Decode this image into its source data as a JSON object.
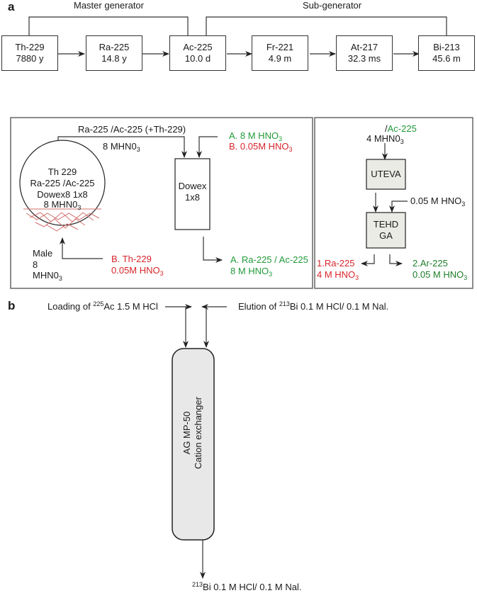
{
  "panel_a": {
    "label": "a",
    "master_generator_label": "Master generator",
    "sub_generator_label": "Sub-generator",
    "decay_chain": [
      {
        "nuclide": "Th-229",
        "half_life": "7880 y"
      },
      {
        "nuclide": "Ra-225",
        "half_life": "14.8 y"
      },
      {
        "nuclide": "Ac-225",
        "half_life": "10.0 d"
      },
      {
        "nuclide": "Fr-221",
        "half_life": "4.9 m"
      },
      {
        "nuclide": "At-217",
        "half_life": "32.3 ms"
      },
      {
        "nuclide": "Bi-213",
        "half_life": "45.6 m"
      }
    ],
    "left_process": {
      "top_label": "Ra-225 /Ac-225 (+Th-229)",
      "top_eluent_main": "8 MHN0",
      "top_eluent_sub": "3",
      "circle_lines": [
        "Th 229",
        "Ra-225 /Ac-225",
        "Dowex8 1x8"
      ],
      "circle_last_main": "8 MHN0",
      "circle_last_sub": "3",
      "eluent_a_main": "A. 8 M HNO",
      "eluent_a_sub": "3",
      "eluent_b_main": "B. 0.05M HNO",
      "eluent_b_sub": "3",
      "column_label_1": "Dowex",
      "column_label_2": "1x8",
      "return_label_1": "Male",
      "return_label_2": "8",
      "return_label_3_main": "MHN0",
      "return_label_3_sub": "3",
      "output_b_1": "B. Th-229",
      "output_b_2_main": "0.05M HNO",
      "output_b_2_sub": "3",
      "output_a_1": "A. Ra-225 / Ac-225",
      "output_a_2_main": "8 M HNO",
      "output_a_2_sub": "3"
    },
    "right_process": {
      "input_prefix": "/",
      "input_nuclide": "Ac-225",
      "input_eluent_main": "4 MHN0",
      "input_eluent_sub": "3",
      "column_1": "UTEVA",
      "side_eluent_main": "0.05 M HNO",
      "side_eluent_sub": "3",
      "column_2_line_1": "TEHD",
      "column_2_line_2": "GA",
      "out_1_line_1": "1.Ra-225",
      "out_1_line_2_main": "4 M HNO",
      "out_1_line_2_sub": "3",
      "out_2_line_1": "2.Ar-225",
      "out_2_line_2_main": "0.05 M HNO",
      "out_2_line_2_sub": "3"
    }
  },
  "panel_b": {
    "label": "b",
    "loading_pre": "Loading of ",
    "loading_sup": "225",
    "loading_post": "Ac 1.5 M HCl",
    "elution_pre": "Elution of ",
    "elution_sup": "213",
    "elution_post": "Bi 0.1 M HCl/ 0.1 M Nal.",
    "column_line_1": "AG MP-50",
    "column_line_2": "Cation exchanger",
    "output_sup": "213",
    "output_post": "Bi 0.1 M HCl/ 0.1 M Nal."
  },
  "colors": {
    "red": "#d7262b",
    "green": "#229a3a",
    "dark_green": "#1f7d2a",
    "column_fill": "#e8e8e8"
  }
}
